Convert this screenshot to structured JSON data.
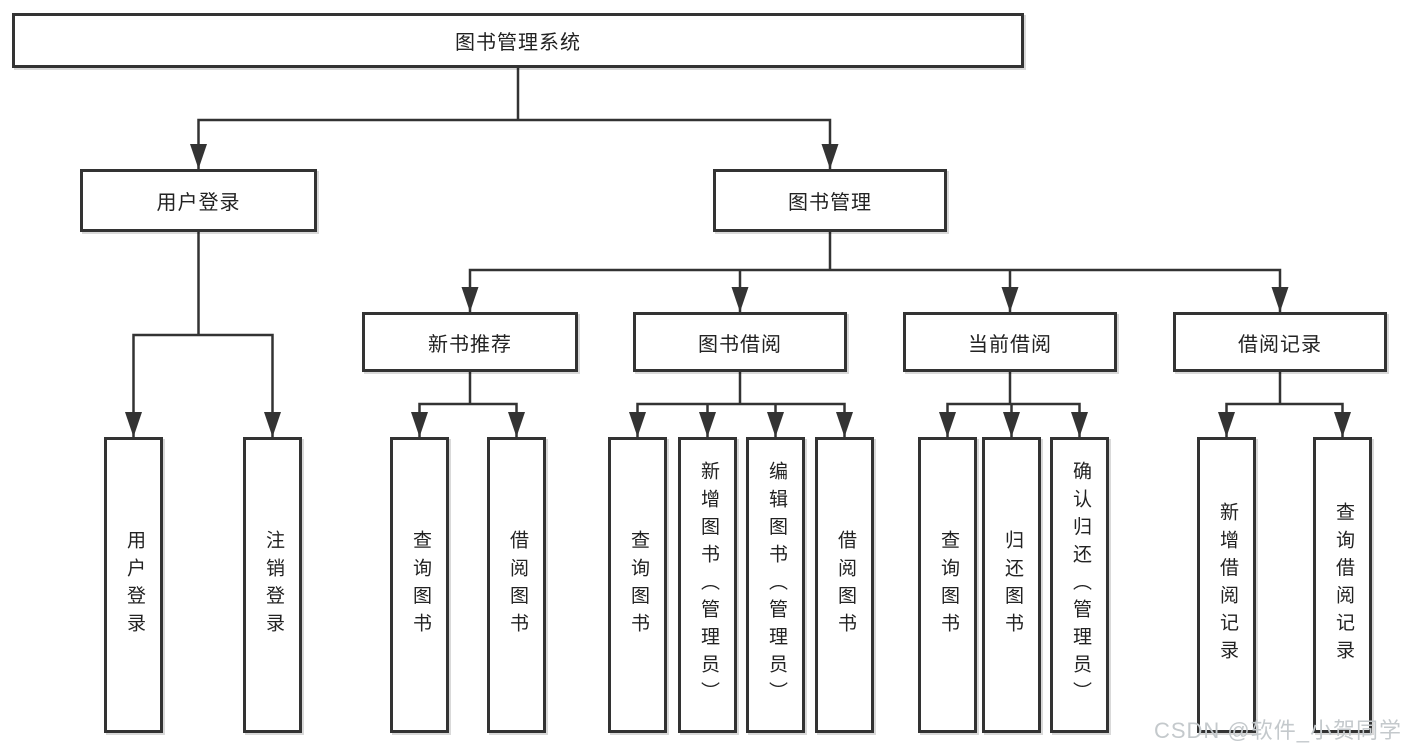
{
  "tree": {
    "label": "图书管理系统",
    "children": [
      {
        "label": "用户登录",
        "children": [
          {
            "label": "用户登录"
          },
          {
            "label": "注销登录"
          }
        ]
      },
      {
        "label": "图书管理",
        "children": [
          {
            "label": "新书推荐",
            "children": [
              {
                "label": "查询图书"
              },
              {
                "label": "借阅图书"
              }
            ]
          },
          {
            "label": "图书借阅",
            "children": [
              {
                "label": "查询图书"
              },
              {
                "label": "新增图书（管理员）"
              },
              {
                "label": "编辑图书（管理员）"
              },
              {
                "label": "借阅图书"
              }
            ]
          },
          {
            "label": "当前借阅",
            "children": [
              {
                "label": "查询图书"
              },
              {
                "label": "归还图书"
              },
              {
                "label": "确认归还（管理员）"
              }
            ]
          },
          {
            "label": "借阅记录",
            "children": [
              {
                "label": "新增借阅记录"
              },
              {
                "label": "查询借阅记录"
              }
            ]
          }
        ]
      }
    ]
  },
  "watermark": {
    "text": "CSDN @软件_小贺同学",
    "color": "#c4c9cc"
  },
  "colors": {
    "line": "#333333",
    "box_border": "#333333",
    "box_fill": "#ffffff",
    "text": "#222222",
    "background": "#ffffff"
  }
}
